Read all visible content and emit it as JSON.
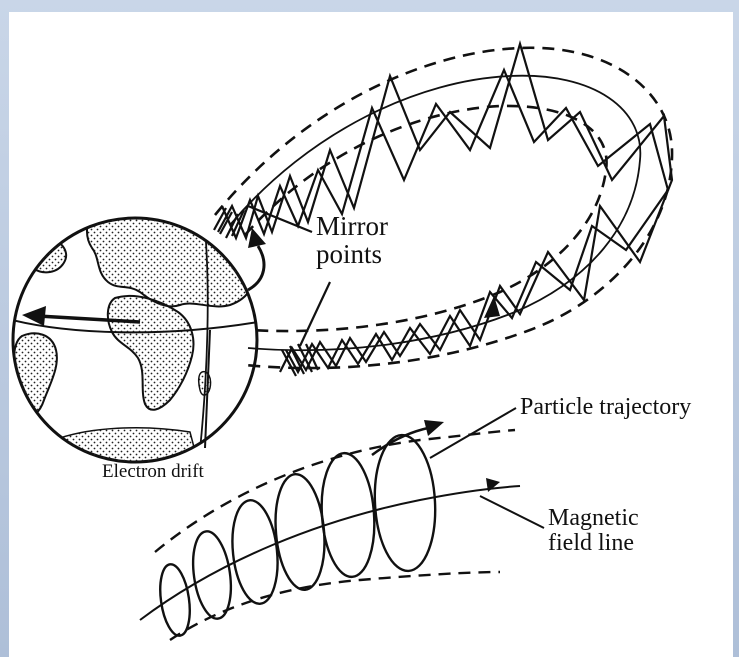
{
  "labels": {
    "mirror_line1": "Mirror",
    "mirror_line2": "points",
    "particle_trajectory": "Particle trajectory",
    "magnetic_line1": "Magnetic",
    "magnetic_line2": "field line",
    "electron_drift": "Electron drift"
  },
  "colors": {
    "ink": "#111111",
    "background": "#ffffff",
    "frame": "#b6c6dc"
  }
}
